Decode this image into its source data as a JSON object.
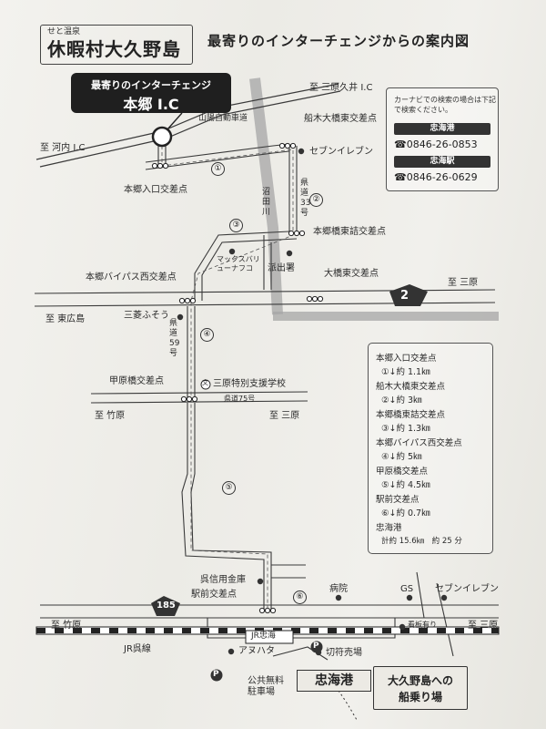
{
  "header": {
    "brand_small": "せと温泉",
    "brand_name": "休暇村大久野島",
    "title": "最寄りのインターチェンジからの案内図"
  },
  "callout": {
    "line1": "最寄りのインターチェンジ",
    "line2": "本郷 I.C"
  },
  "contact": {
    "note": "カーナビでの検索の場合は下記で検索ください。",
    "entries": [
      {
        "name": "忠海港",
        "tel": "☎0846-26-0853"
      },
      {
        "name": "忠海駅",
        "tel": "☎0846-26-0629"
      }
    ]
  },
  "map_labels": {
    "to_mihara_kui": "至 三原久井 I.C",
    "to_kochi": "至 河内 I.C",
    "sanyo_expressway": "山陽自動車道",
    "funaki_ohashi_east": "船木大橋東交差点",
    "seven_eleven_top": "セブンイレブン",
    "hongo_entrance": "本郷入口交差点",
    "numata_river": "沼田川",
    "pref_road_33": "県道33号",
    "hongo_bridge_east_end": "本郷橋東詰交差点",
    "max_value": "マックスバリューナフコ",
    "police_box": "派出署",
    "ohashi_east": "大橋東交差点",
    "hongo_bypass_west": "本郷バイパス西交差点",
    "to_mihara_mid": "至 三原",
    "to_higashihiroshima": "至 東広島",
    "mitsubishi_fuso": "三菱ふそう",
    "pref_road_59": "県道59号",
    "kobara_bridge": "甲原橋交差点",
    "mihara_school": "三原特別支援学校",
    "pref_road_75": "県道75号",
    "to_takehara_1": "至 竹原",
    "to_mihara_2": "至 三原",
    "kure_shinkin": "呉信用金庫",
    "ekimae": "駅前交差点",
    "hospital": "病院",
    "gs": "GS",
    "seven_eleven_bottom": "セブンイレブン",
    "signboard": "看板有り",
    "to_takehara_bottom": "至 竹原",
    "to_mihara_bottom": "至 三原",
    "jr_tadanoumi": "JR忠海",
    "jr_kure_line": "JR呉線",
    "anuhata": "アヌハタ",
    "ticket_office": "切符売場",
    "free_parking": "公共無料駐車場",
    "tadanoumi_port": "忠海港",
    "boat_line1": "大久野島への",
    "boat_line2": "船乗り場",
    "parking_p": "P",
    "highway_2": "2",
    "highway_185": "185",
    "school_symbol": "文"
  },
  "route_numbers": [
    "①",
    "②",
    "③",
    "④",
    "⑤",
    "⑥"
  ],
  "distances": [
    {
      "point": "本郷入口交差点",
      "dist": "①↓約 1.1㎞"
    },
    {
      "point": "船木大橋東交差点",
      "dist": "②↓約 3㎞"
    },
    {
      "point": "本郷橋東詰交差点",
      "dist": "③↓約 1.3㎞"
    },
    {
      "point": "本郷バイパス西交差点",
      "dist": "④↓約 5㎞"
    },
    {
      "point": "甲原橋交差点",
      "dist": "⑤↓約 4.5㎞"
    },
    {
      "point": "駅前交差点",
      "dist": "⑥↓約 0.7㎞"
    },
    {
      "point": "忠海港",
      "dist": "計約 15.6㎞　約 25 分"
    }
  ],
  "colors": {
    "road_outline": "#3a3a3a",
    "river": "#9a9a9a",
    "callout_bg": "#1f1f1f"
  }
}
